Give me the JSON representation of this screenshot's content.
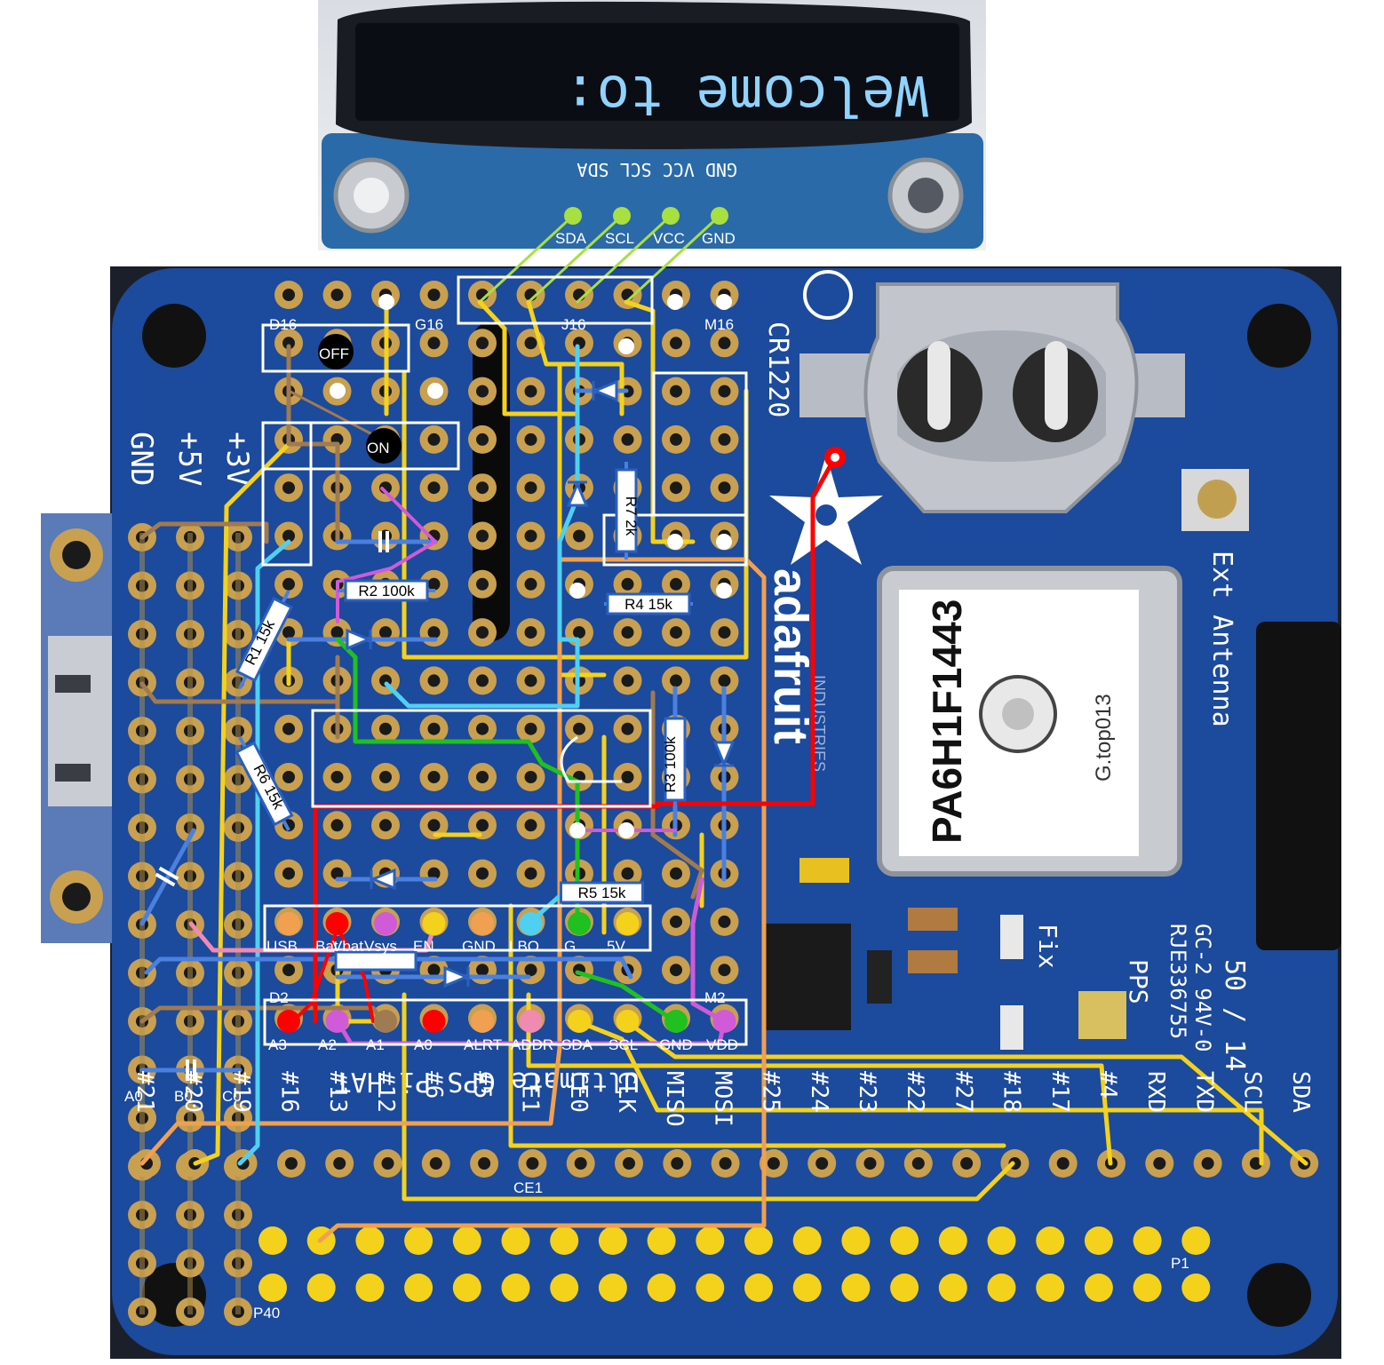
{
  "oled": {
    "screen_text": "Welcome to:",
    "silk_pins": "GND VCC SCL SDA",
    "pin_labels": [
      "SDA",
      "SCL",
      "VCC",
      "GND"
    ]
  },
  "board": {
    "power_rail_labels": [
      "GND",
      "+5V",
      "+3V"
    ],
    "battery_label": "CR1220",
    "brand": "adafruit",
    "brand_sub": "INDUSTRIES",
    "module_label": "PA6H1F1443",
    "module_sub": "G.top013",
    "ext_antenna": "Ext Antenna",
    "fix_label": "Fix",
    "pps_label": "PPS",
    "fcc_label": "RJE336755",
    "board_code": "GC-2 94V-0",
    "date_code": "50 / 14",
    "hat_name": "Ultimate GPS Pi HAT",
    "header_labels": [
      "#21",
      "#20",
      "#19",
      "#16",
      "#13",
      "#12",
      "#6",
      "#5",
      "CE1",
      "CE0",
      "CLK",
      "MISO",
      "MOSI",
      "#25",
      "#24",
      "#23",
      "#22",
      "#27",
      "#18",
      "#17",
      "#4",
      "RXD",
      "TXD",
      "SCL",
      "SDA"
    ],
    "header_pin_first": "P1",
    "header_pin_last": "P40"
  },
  "overlay": {
    "grid_labels": [
      "D16",
      "G16",
      "J16",
      "M16",
      "D2",
      "M2",
      "A0",
      "B0",
      "C0",
      "CE1"
    ],
    "switch_off": "OFF",
    "switch_on": "ON",
    "resistors": [
      "R1 15k",
      "R2 100k",
      "R3 100k",
      "R4 15k",
      "R5 15k",
      "R6 15k",
      "R7 2k"
    ],
    "charger_pins": [
      "USB",
      "Bat",
      "Vbat",
      "Vsys",
      "EN",
      "GND",
      "LBO",
      "G",
      "5V"
    ],
    "adc_pins": [
      "A3",
      "A2",
      "A1",
      "A0",
      "ALRT",
      "ADDR",
      "SDA",
      "SCL",
      "GND",
      "VDD"
    ]
  },
  "colors": {
    "pcb": "#1c4a9c",
    "gold": "#f4d21c",
    "brown": "#a07a50",
    "orange": "#f0a050",
    "blue_wire": "#4a80e0",
    "cyan": "#50d0f0",
    "red": "#ff0000",
    "magenta": "#d05ad8",
    "green": "#20c020",
    "lime": "#a8e040"
  }
}
